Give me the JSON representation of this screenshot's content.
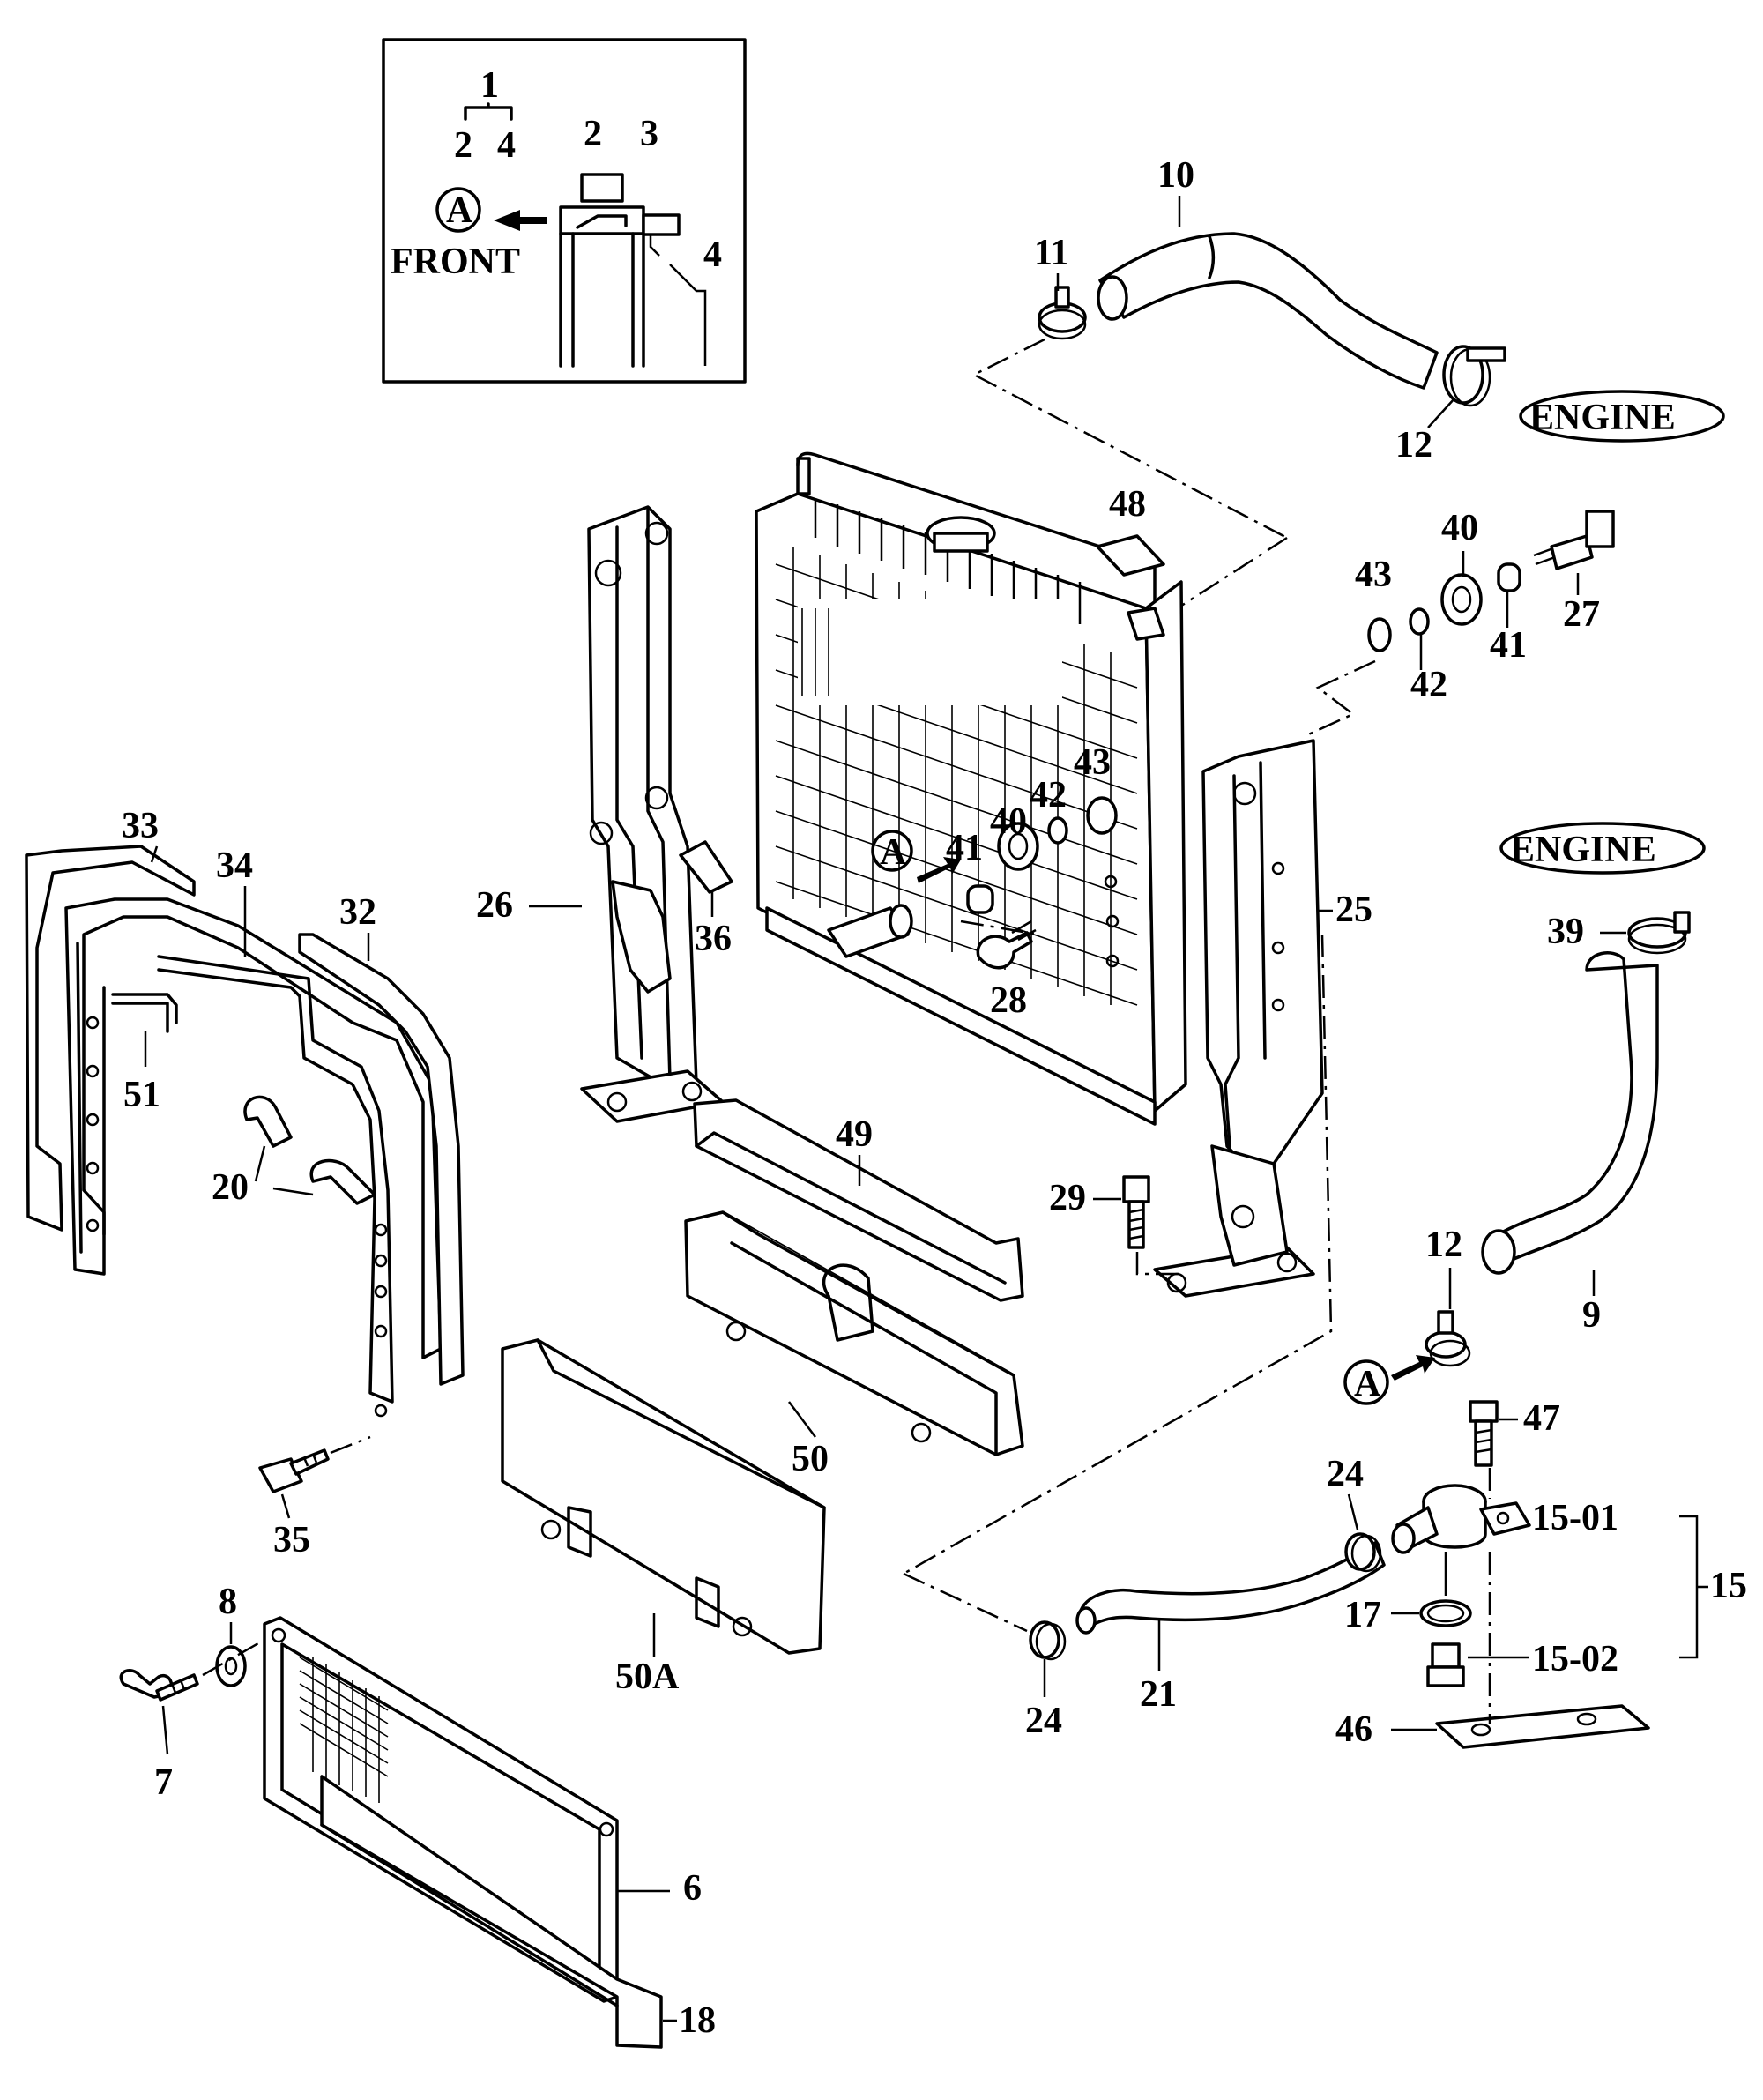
{
  "inset": {
    "callout_top": "1",
    "callout_left": "2",
    "callout_right": "4",
    "label_2": "2",
    "label_3": "3",
    "label_4": "4",
    "view_letter": "A",
    "front_label": "FRONT"
  },
  "engine_labels": [
    "ENGINE",
    "ENGINE"
  ],
  "view_marks": [
    "A",
    "A"
  ],
  "parts": {
    "p6": "6",
    "p7": "7",
    "p8": "8",
    "p9": "9",
    "p10": "10",
    "p11": "11",
    "p12a": "12",
    "p12b": "12",
    "p15": "15",
    "p15_01": "15-01",
    "p15_02": "15-02",
    "p17": "17",
    "p18": "18",
    "p20": "20",
    "p21": "21",
    "p24a": "24",
    "p24b": "24",
    "p25": "25",
    "p26": "26",
    "p27": "27",
    "p28": "28",
    "p29": "29",
    "p32": "32",
    "p33": "33",
    "p34": "34",
    "p35": "35",
    "p36": "36",
    "p39": "39",
    "p40a": "40",
    "p40b": "40",
    "p41a": "41",
    "p41b": "41",
    "p42a": "42",
    "p42b": "42",
    "p43a": "43",
    "p43b": "43",
    "p46": "46",
    "p47": "47",
    "p48": "48",
    "p49": "49",
    "p50": "50",
    "p50A": "50A",
    "p51": "51"
  }
}
